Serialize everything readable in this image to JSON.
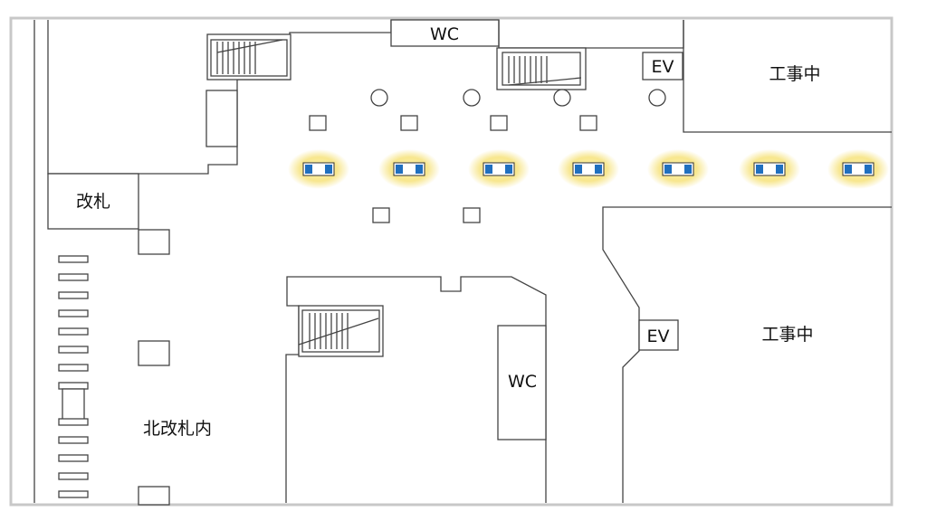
{
  "map": {
    "labels": {
      "wc_top": "WC",
      "ev_top": "EV",
      "construction_top": "工事中",
      "ticket_gate": "改札",
      "ev_right": "EV",
      "construction_right": "工事中",
      "wc_middle": "WC",
      "north_gate_inside": "北改札内"
    },
    "signage_count": 7,
    "colors": {
      "signage_glow": "#f6e27a",
      "signage_blue": "#1f6fbf",
      "walls": "#444444",
      "border": "#c8c8c8"
    }
  }
}
